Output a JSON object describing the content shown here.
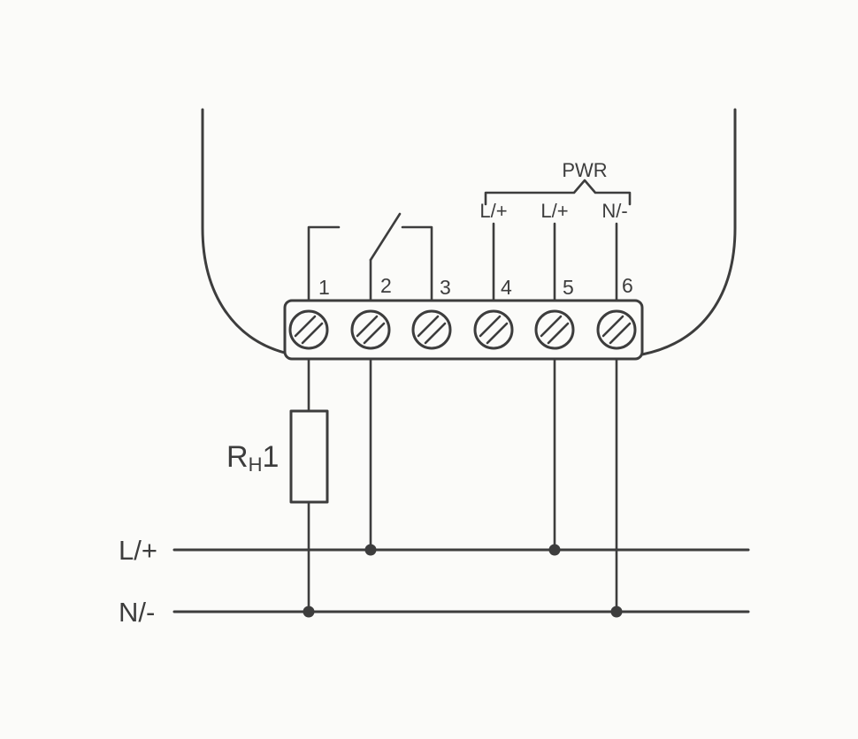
{
  "diagram": {
    "title_semantic": "relay-wiring-diagram",
    "terminal_numbers": [
      "1",
      "2",
      "3",
      "4",
      "5",
      "6"
    ],
    "terminal_labels": {
      "t4": "L/+",
      "t5": "L/+",
      "t6": "N/-"
    },
    "pwr_label": "PWR",
    "resistor_label": {
      "r": "R",
      "sub": "H",
      "suffix": "1"
    },
    "bus_labels": {
      "line_plus": "L/+",
      "line_minus": "N/-"
    },
    "colors": {
      "line": "#3d3d3d",
      "background": "#fbfbf9"
    }
  }
}
